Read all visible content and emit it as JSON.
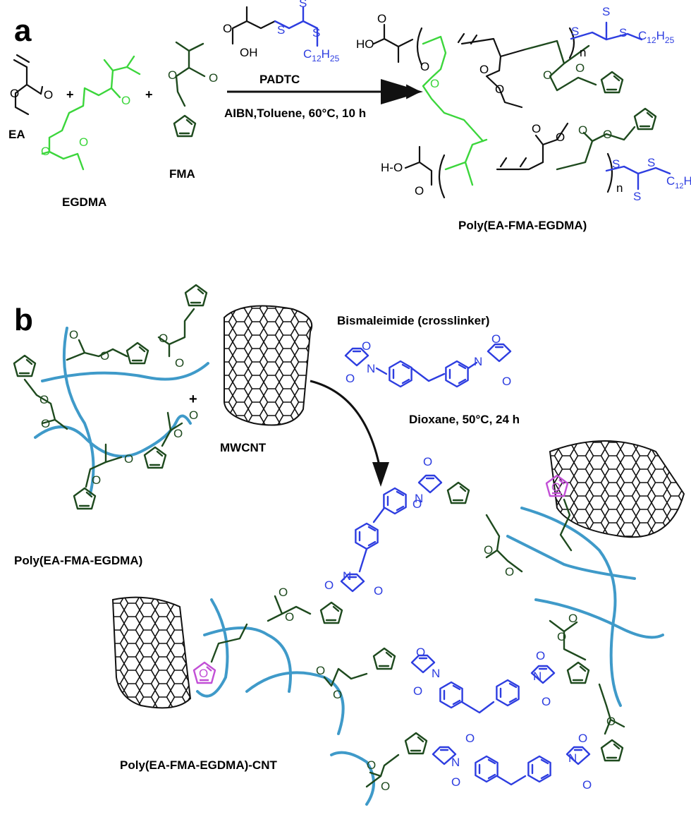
{
  "panels": {
    "a": "a",
    "b": "b"
  },
  "panel_a": {
    "monomers": {
      "ea": "EA",
      "egdma": "EGDMA",
      "fma": "FMA"
    },
    "plus": "+",
    "raft_agent": {
      "name": "PADTC",
      "atom_o": "O",
      "atom_oh": "OH",
      "atom_s": "S",
      "alkyl": "C12H25"
    },
    "conditions": "AIBN,Toluene, 60°C, 10 h",
    "product": "Poly(EA-FMA-EGDMA)",
    "end_groups": {
      "acid": "HO",
      "acid2": "H-O",
      "repeat": "n"
    }
  },
  "panel_b": {
    "polymer_label": "Poly(EA-FMA-EGDMA)",
    "cnt_label": "MWCNT",
    "plus": "+",
    "crosslinker_title": "Bismaleimide (crosslinker)",
    "conditions": "Dioxane, 50°C, 24 h",
    "composite_label": "Poly(EA-FMA-EGDMA)-CNT",
    "atom_o": "O",
    "atom_n": "N"
  },
  "colors": {
    "ea_black": "#111111",
    "egdma_green": "#3cd63c",
    "fma_darkgreen": "#1e4a1e",
    "raft_blue": "#2d3de0",
    "chain_blue": "#3f9ac9",
    "adduct_magenta": "#c24fd6"
  },
  "icons": [
    "arrow-right",
    "curved-arrow",
    "carbon-nanotube",
    "furan-ring",
    "maleimide-ring",
    "benzene-ring"
  ]
}
